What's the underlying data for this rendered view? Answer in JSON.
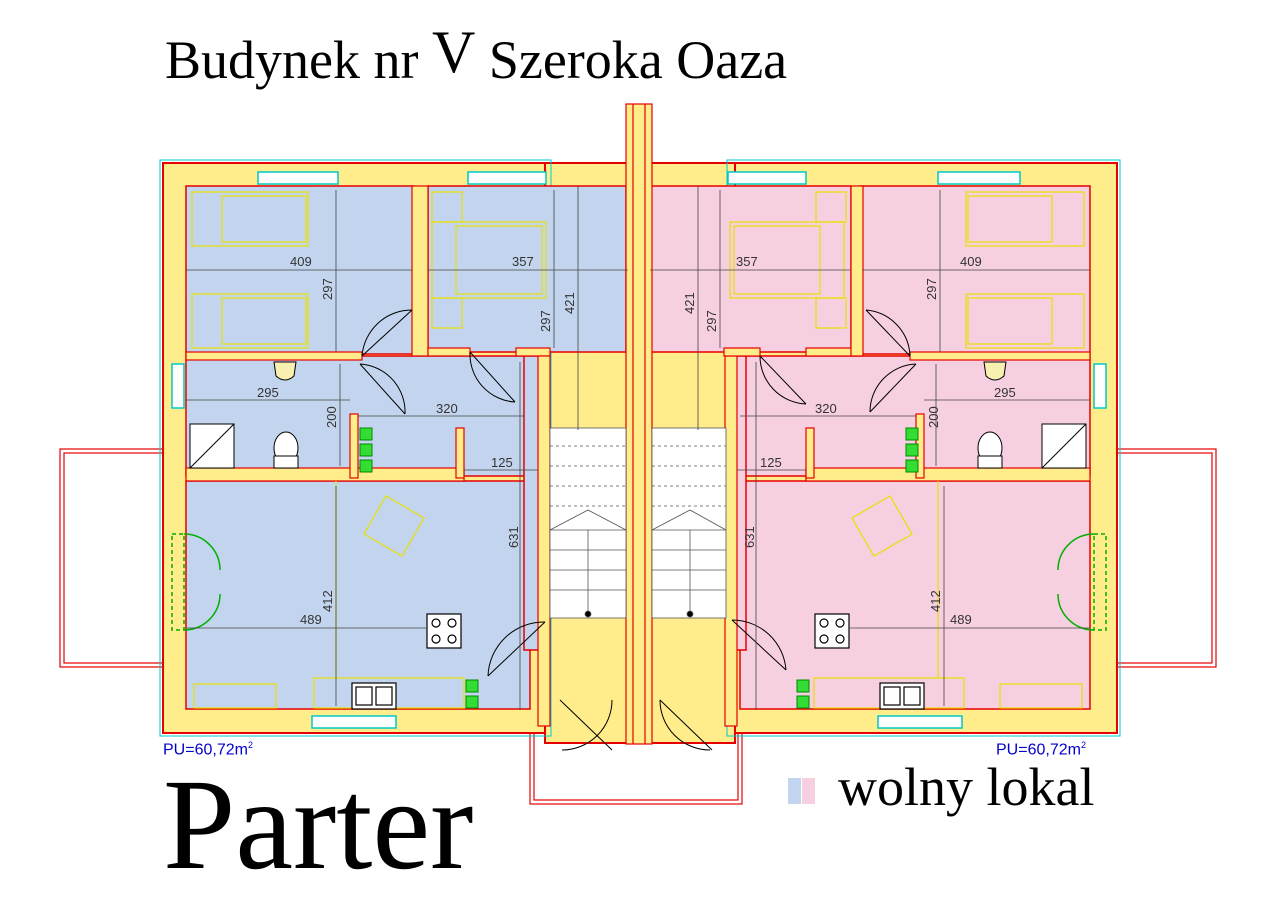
{
  "title": {
    "prefix": "Budynek nr",
    "number": "V",
    "suffix": "Szeroka Oaza"
  },
  "floor_label": "Parter",
  "legend": {
    "text": "wolny lokal",
    "colors": [
      "#c3d5ee",
      "#f6cfe0"
    ]
  },
  "units": [
    {
      "side": "left",
      "color": "#c3d5ee",
      "area_text": "PU=60,72m",
      "area_sup": "2"
    },
    {
      "side": "right",
      "color": "#f6cfe0",
      "area_text": "PU=60,72m",
      "area_sup": "2"
    }
  ],
  "dimensions": {
    "left": {
      "bedroom1_width": "409",
      "bedroom1_depth": "297",
      "bedroom2_width": "357",
      "bedroom2_depth": "297",
      "depth_421": "421",
      "bath_width": "295",
      "bath_depth": "200",
      "hall_width": "320",
      "hall_small": "125",
      "living_depth": "631",
      "living_height": "412",
      "living_width": "489"
    },
    "right": {
      "bedroom1_width": "357",
      "bedroom1_depth": "297",
      "bedroom2_width": "409",
      "bedroom2_depth": "297",
      "depth_421": "421",
      "bath_width": "295",
      "bath_depth": "200",
      "hall_width": "320",
      "hall_small": "125",
      "living_depth": "631",
      "living_height": "412",
      "living_width": "489"
    }
  }
}
